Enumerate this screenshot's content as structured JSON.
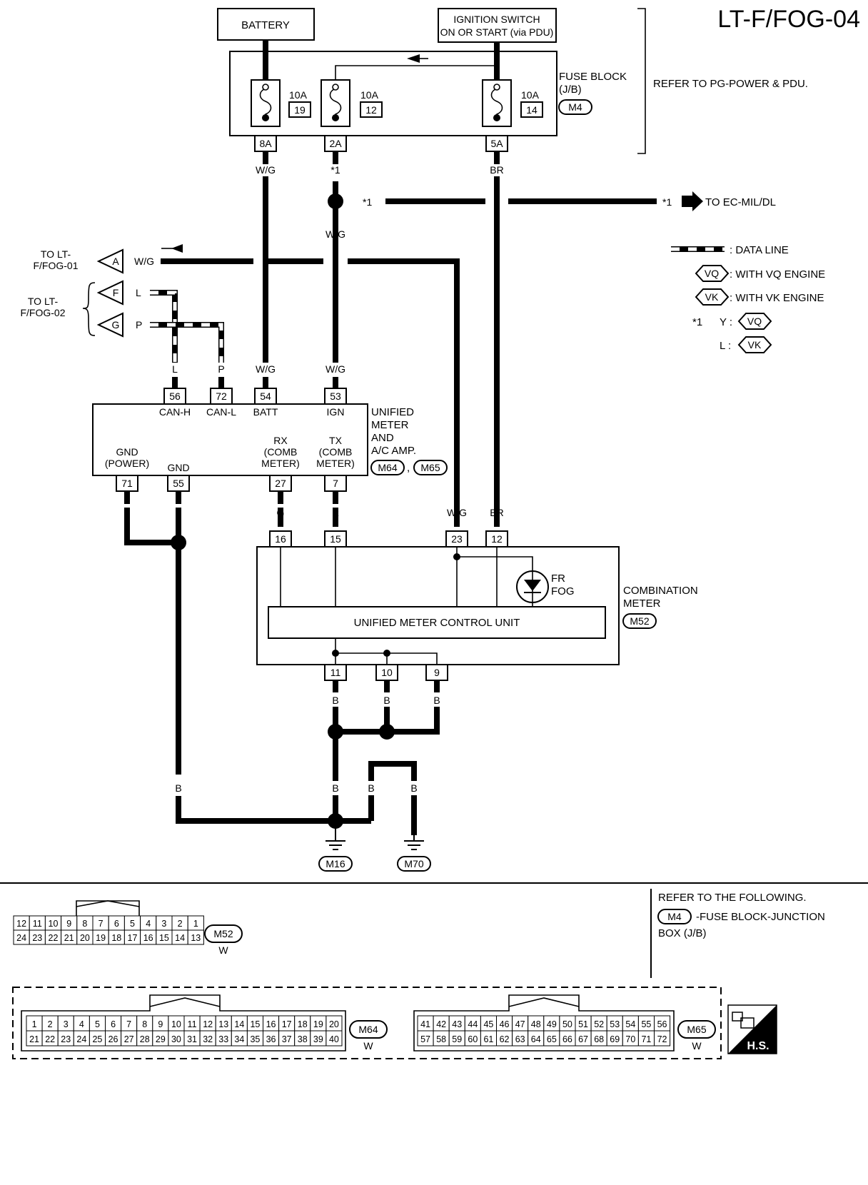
{
  "page_title": "LT-F/FOG-04",
  "power": {
    "battery": "BATTERY",
    "ignition_line1": "IGNITION SWITCH",
    "ignition_line2": "ON OR START (via PDU)",
    "refer": "REFER TO PG-POWER & PDU."
  },
  "fuse_block": {
    "label1": "FUSE BLOCK",
    "label2": "(J/B)",
    "connector": "M4",
    "fuses": [
      {
        "amps": "10A",
        "number": "19",
        "terminal": "8A"
      },
      {
        "amps": "10A",
        "number": "12",
        "terminal": "2A"
      },
      {
        "amps": "10A",
        "number": "14",
        "terminal": "5A"
      }
    ]
  },
  "wire_colors": {
    "wg": "W/G",
    "br": "BR",
    "l": "L",
    "p": "P",
    "g": "G",
    "r": "R",
    "b": "B"
  },
  "star1": "*1",
  "to_ec": "TO EC-MIL/DL",
  "links": {
    "to_fog01": [
      "TO LT-",
      "F/FOG-01"
    ],
    "to_fog02": [
      "TO LT-",
      "F/FOG-02"
    ],
    "a": "A",
    "f": "F",
    "g": "G"
  },
  "legend": {
    "data_line": ": DATA LINE",
    "vq": "VQ",
    "vk": "VK",
    "with_vq": ": WITH VQ ENGINE",
    "with_vk": ": WITH VK ENGINE",
    "star_y": "Y :",
    "star_l": "L :"
  },
  "unified_meter": {
    "name": [
      "UNIFIED",
      "METER",
      "AND",
      "A/C AMP."
    ],
    "connectors": [
      "M64",
      "M65"
    ],
    "comma": ",",
    "pins_top": [
      {
        "num": "56",
        "label": "CAN-H"
      },
      {
        "num": "72",
        "label": "CAN-L"
      },
      {
        "num": "54",
        "label": "BATT"
      },
      {
        "num": "53",
        "label": "IGN"
      }
    ],
    "pins_bottom": [
      {
        "num": "71",
        "label": [
          "GND",
          "(POWER)"
        ]
      },
      {
        "num": "55",
        "label": [
          "GND"
        ]
      },
      {
        "num": "27",
        "label": [
          "RX",
          "(COMB",
          "METER)"
        ]
      },
      {
        "num": "7",
        "label": [
          "TX",
          "(COMB",
          "METER)"
        ]
      }
    ]
  },
  "combination_meter": {
    "name": [
      "COMBINATION",
      "METER"
    ],
    "connector": "M52",
    "control_unit": "UNIFIED METER CONTROL UNIT",
    "fog_lamp": [
      "FR",
      "FOG"
    ],
    "pins_top": [
      "16",
      "15",
      "23",
      "12"
    ],
    "pins_bottom": [
      "11",
      "10",
      "9"
    ]
  },
  "grounds": [
    "M16",
    "M70"
  ],
  "refer_following": {
    "line1": "REFER TO THE FOLLOWING.",
    "connector": "M4",
    "line2": "-FUSE BLOCK-JUNCTION",
    "line3": "BOX (J/B)"
  },
  "connector_views": {
    "m52": {
      "id": "M52",
      "color": "W",
      "row1": [
        "12",
        "11",
        "10",
        "9",
        "8",
        "7",
        "6",
        "5",
        "4",
        "3",
        "2",
        "1"
      ],
      "row2": [
        "24",
        "23",
        "22",
        "21",
        "20",
        "19",
        "18",
        "17",
        "16",
        "15",
        "14",
        "13"
      ]
    },
    "m64": {
      "id": "M64",
      "color": "W",
      "row1": [
        "1",
        "2",
        "3",
        "4",
        "5",
        "6",
        "7",
        "8",
        "9",
        "10",
        "11",
        "12",
        "13",
        "14",
        "15",
        "16",
        "17",
        "18",
        "19",
        "20"
      ],
      "row2": [
        "21",
        "22",
        "23",
        "24",
        "25",
        "26",
        "27",
        "28",
        "29",
        "30",
        "31",
        "32",
        "33",
        "34",
        "35",
        "36",
        "37",
        "38",
        "39",
        "40"
      ]
    },
    "m65": {
      "id": "M65",
      "color": "W",
      "row1": [
        "41",
        "42",
        "43",
        "44",
        "45",
        "46",
        "47",
        "48",
        "49",
        "50",
        "51",
        "52",
        "53",
        "54",
        "55",
        "56"
      ],
      "row2": [
        "57",
        "58",
        "59",
        "60",
        "61",
        "62",
        "63",
        "64",
        "65",
        "66",
        "67",
        "68",
        "69",
        "70",
        "71",
        "72"
      ]
    }
  },
  "hs_badge": "H.S."
}
